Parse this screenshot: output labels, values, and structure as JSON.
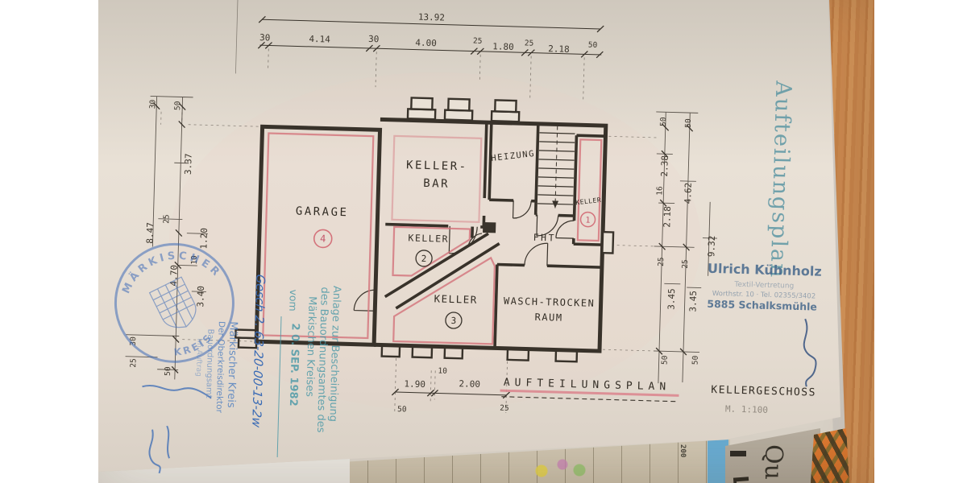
{
  "header": {
    "title_vertical": "Aufteilungsplan"
  },
  "plan": {
    "caption": "AUFTEILUNGSPLAN",
    "floor": "KELLERGESCHOSS",
    "scale": "M. 1:100",
    "rooms": {
      "garage": "GARAGE",
      "garage_no": "4",
      "keller_bar_1": "KELLER-",
      "keller_bar_2": "BAR",
      "heizung": "HEIZUNG",
      "keller1": "KELLER",
      "keller1_no": "1",
      "keller2": "KELLER",
      "keller2_no": "2",
      "keller3": "KELLER",
      "keller3_no": "3",
      "fht": "FHT",
      "wasch_1": "WASCH-TROCKEN",
      "wasch_2": "RAUM"
    }
  },
  "dims": {
    "top_total": "13.92",
    "top_chain": [
      "30",
      "4.14",
      "30",
      "4.00",
      "25",
      "1.80",
      "25",
      "2.18",
      "50"
    ],
    "left_chain": [
      "30",
      "50",
      "3.37",
      "25",
      "8.47",
      "1.20",
      "10",
      "4.70",
      "3.40",
      "30",
      "25",
      "50"
    ],
    "right_chain": [
      "50",
      "50",
      "2.38",
      "16",
      "4.62",
      "2.18",
      "9.32",
      "25",
      "25",
      "3.45",
      "3.45",
      "50",
      "50"
    ],
    "bottom_chain": [
      "1.90",
      "10",
      "2.00",
      "50",
      "25"
    ]
  },
  "owner_stamp": {
    "name": "Ulrich Kühnholz",
    "line2": "Textil-Vertretung",
    "line3": "Worthstr. 10 · Tel. 02355/3402",
    "line4": "5885 Schalksmühle"
  },
  "authority_stamp": {
    "round_top": "MÄRKISCHER",
    "round_bottom": "KREIS",
    "line1": "Märkischer Kreis",
    "line2": "Der Oberkreisdirektor",
    "line3": "Bauordnungsamt",
    "line4": "Im Auftrag"
  },
  "annex_stamp": {
    "line1": "Anlage zur Bescheinigung",
    "line2": "des Bauordnungsamtes des",
    "line3": "Märkischen Kreises",
    "vom": "vom",
    "date": "2 0. SEP. 1982"
  },
  "handwriting": {
    "file_number": "Gesch 2. 63-20-00-13-2w"
  },
  "background": {
    "map_number": "200",
    "paper_letter1": "Qu",
    "paper_letter2": "L"
  },
  "colors": {
    "stamp_blue": "#3f6cb8",
    "annex_teal": "#4e9aa8",
    "accent_red": "#c4566a",
    "wood": "#c8874e"
  }
}
